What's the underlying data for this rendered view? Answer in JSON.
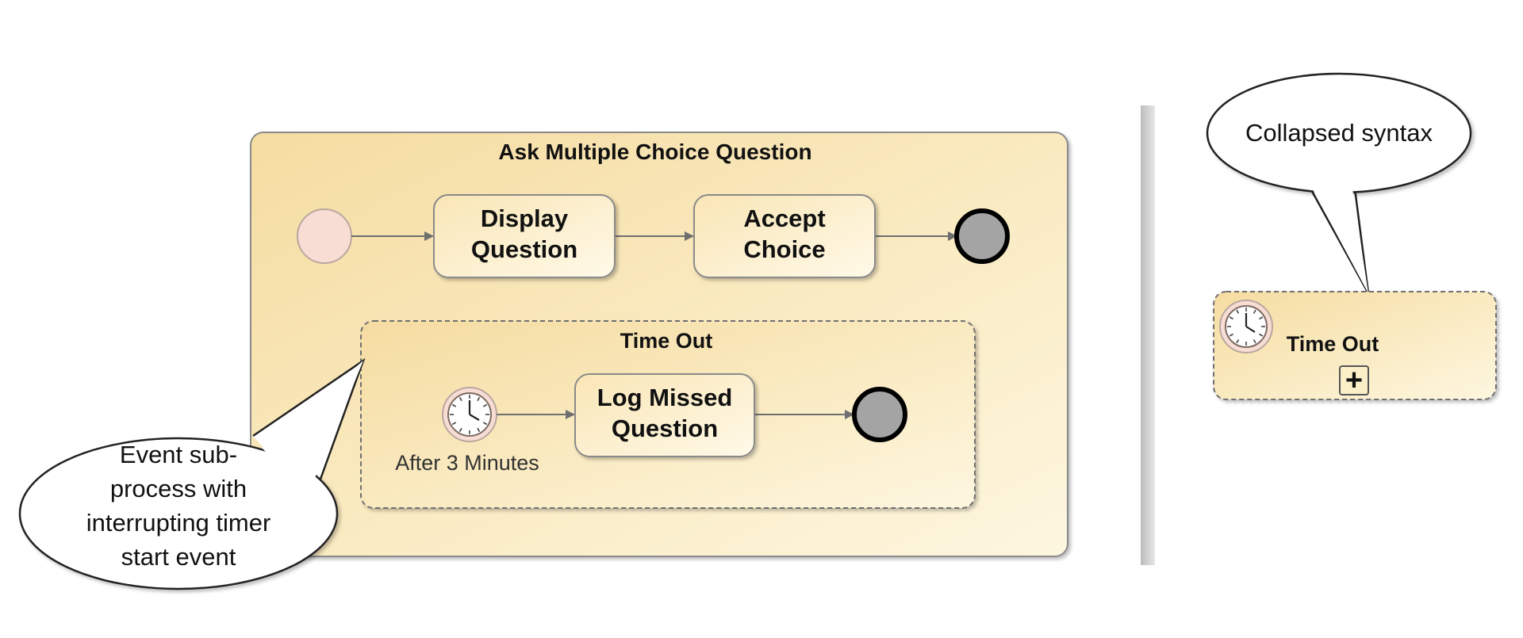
{
  "subprocess": {
    "title": "Ask Multiple Choice Question",
    "tasks": [
      {
        "label_line1": "Display",
        "label_line2": "Question"
      },
      {
        "label_line1": "Accept",
        "label_line2": "Choice"
      }
    ]
  },
  "event_subprocess": {
    "title": "Time Out",
    "timer_label": "After 3 Minutes",
    "task": {
      "label_line1": "Log Missed",
      "label_line2": "Question"
    }
  },
  "callouts": {
    "event_subprocess": [
      "Event sub-",
      "process with",
      "interrupting timer",
      "start event"
    ],
    "collapsed": "Collapsed syntax"
  },
  "collapsed_subprocess": {
    "title": "Time Out",
    "expand_marker": "+"
  },
  "colors": {
    "container_fill": "#f8e3ad",
    "task_fill": "#fbefc8",
    "start_event_fill": "#f7ddd3",
    "end_event_fill": "#a4a4a4",
    "stroke": "#6f6f6f",
    "separator": "#cfcfcf"
  },
  "icons": [
    "clock-icon",
    "plus-icon"
  ]
}
